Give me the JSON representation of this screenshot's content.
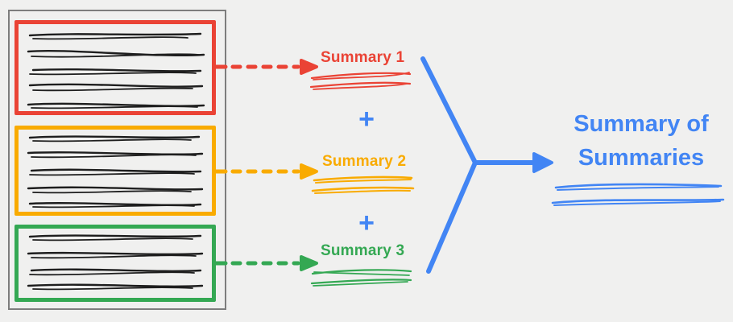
{
  "diagram": {
    "title": "Summary of Summaries diagram",
    "source_document": {
      "sections": [
        {
          "highlight": "red",
          "scribble_lines": 5
        },
        {
          "highlight": "orange",
          "scribble_lines": 5
        },
        {
          "highlight": "green",
          "scribble_lines": 4
        }
      ]
    },
    "summaries": [
      {
        "label": "Summary 1",
        "color": "#EA4335"
      },
      {
        "label": "Summary 2",
        "color": "#F9AB00"
      },
      {
        "label": "Summary 3",
        "color": "#34A853"
      }
    ],
    "operators": {
      "plus": "+"
    },
    "result": {
      "title": "Summary of Summaries",
      "color": "#4285F4"
    }
  },
  "colors": {
    "red": "#EA4335",
    "orange": "#F9AB00",
    "green": "#34A853",
    "blue": "#4285F4",
    "ink": "#1e1e1e",
    "frame": "#7d7d7d",
    "bg": "#F0F0EF"
  }
}
